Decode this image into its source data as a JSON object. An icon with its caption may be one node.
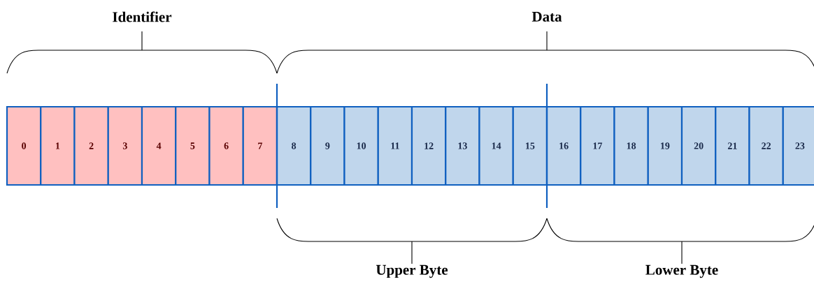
{
  "diagram": {
    "nodes": [
      {
        "text": [
          "0"
        ]
      },
      {
        "text": [
          "1"
        ]
      },
      {
        "text": [
          "2"
        ]
      },
      {
        "text": [
          "3"
        ]
      },
      {
        "text": [
          "4"
        ]
      },
      {
        "text": [
          "5"
        ]
      },
      {
        "text": [
          "6"
        ]
      },
      {
        "text": [
          "7"
        ]
      },
      {
        "text": [
          "8"
        ]
      },
      {
        "text": [
          "9"
        ]
      },
      {
        "text": [
          "10"
        ]
      },
      {
        "text": [
          "11"
        ]
      },
      {
        "text": [
          "12"
        ]
      },
      {
        "text": [
          "13"
        ]
      },
      {
        "text": [
          "14"
        ]
      },
      {
        "text": [
          "15"
        ]
      },
      {
        "text": [
          "16"
        ]
      },
      {
        "text": [
          "17"
        ]
      },
      {
        "text": [
          "18"
        ]
      },
      {
        "text": [
          "19"
        ]
      },
      {
        "text": [
          "20"
        ]
      },
      {
        "text": [
          "21"
        ]
      },
      {
        "text": [
          "22"
        ]
      },
      {
        "text": [
          "23"
        ]
      }
    ],
    "labels": [
      "Identifier",
      "Data",
      "Upper Byte",
      "Lower Byte"
    ]
  }
}
